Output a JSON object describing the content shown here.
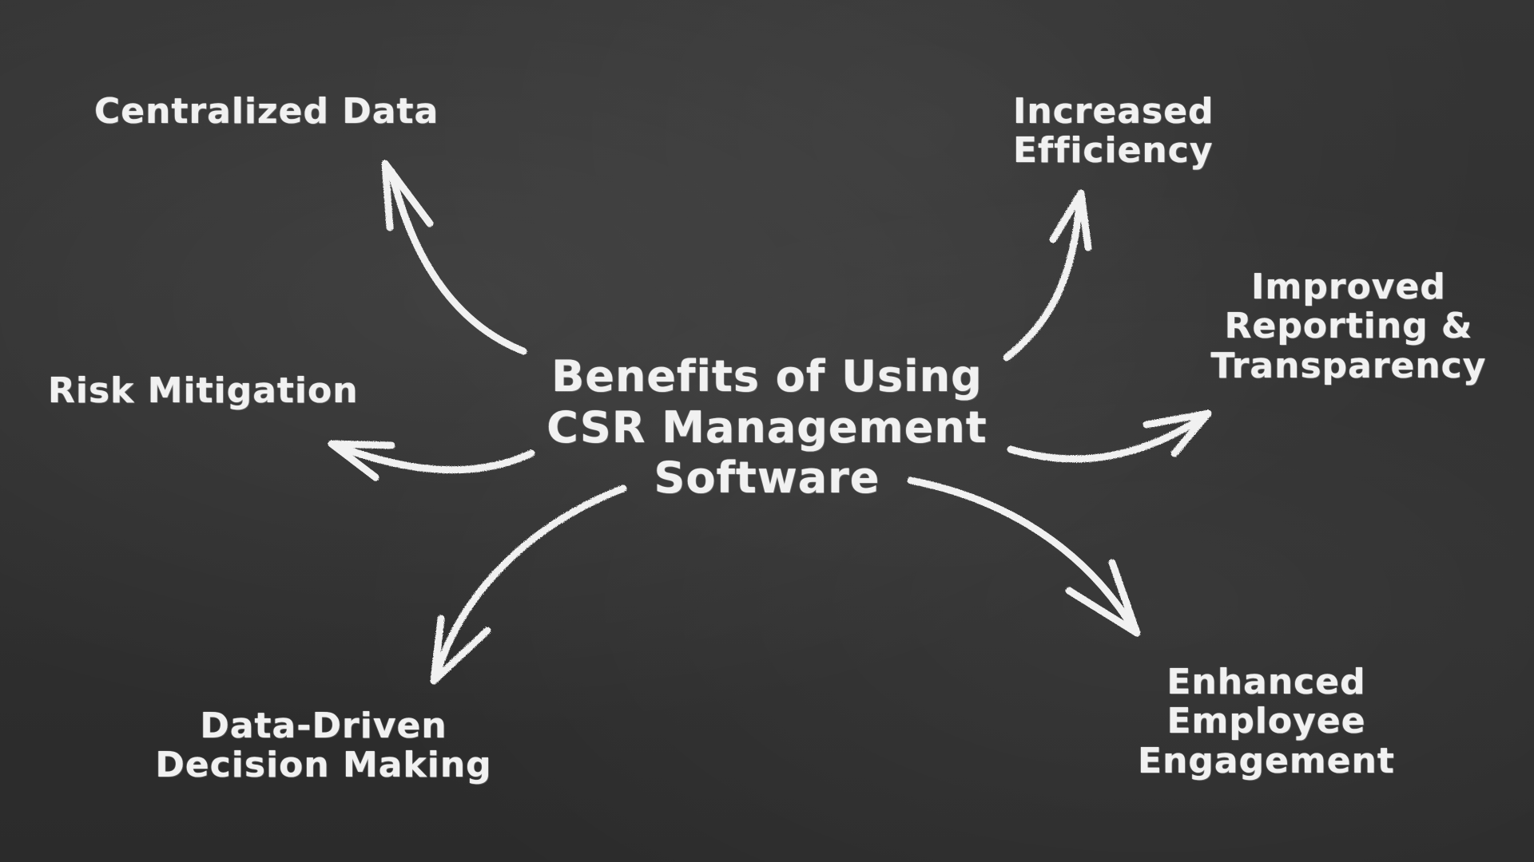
{
  "diagram": {
    "center": {
      "lines": [
        "Benefits of Using",
        "CSR Management",
        "Software"
      ]
    },
    "benefits": {
      "centralized_data": {
        "lines": [
          "Centralized Data"
        ]
      },
      "increased_efficiency": {
        "lines": [
          "Increased",
          "Efficiency"
        ]
      },
      "improved_reporting": {
        "lines": [
          "Improved",
          "Reporting &",
          "Transparency"
        ]
      },
      "risk_mitigation": {
        "lines": [
          "Risk Mitigation"
        ]
      },
      "data_driven": {
        "lines": [
          "Data-Driven",
          "Decision Making"
        ]
      },
      "employee_engagement": {
        "lines": [
          "Enhanced",
          "Employee",
          "Engagement"
        ]
      }
    },
    "colors": {
      "chalk": "#f1f1f1",
      "board": "#2e2e2e"
    }
  }
}
